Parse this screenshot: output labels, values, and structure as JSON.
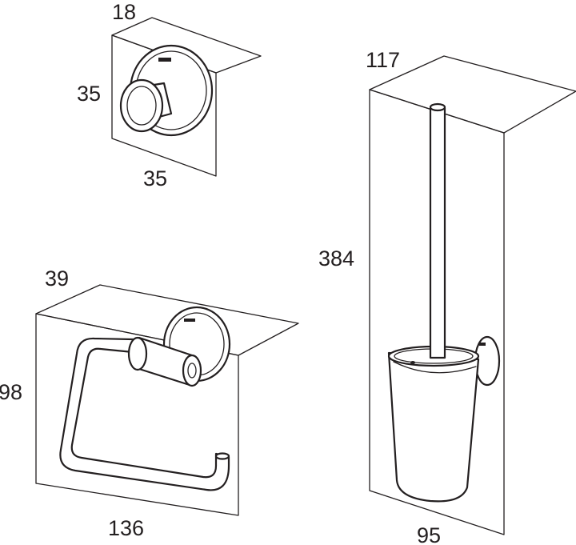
{
  "hook": {
    "depth_label": "18",
    "height_label": "35",
    "width_label": "35"
  },
  "paper_holder": {
    "depth_label": "39",
    "height_label": "98",
    "width_label": "136"
  },
  "brush_set": {
    "depth_label": "117",
    "height_label": "384",
    "width_label": "95"
  }
}
